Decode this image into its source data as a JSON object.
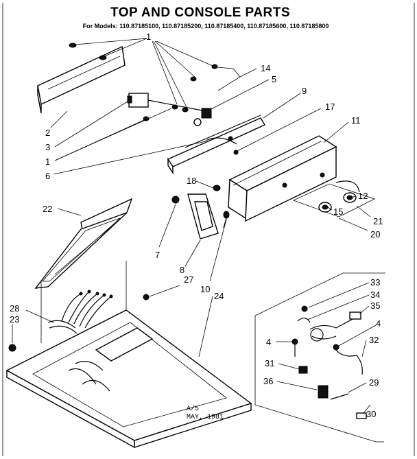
{
  "title": "TOP AND CONSOLE PARTS",
  "subtitle": "For Models: 110.87185100, 110.87185200, 110.87185400, 110.87185600, 110.87185800",
  "footer": {
    "line1": "A/5",
    "line2": "MAY, 1981"
  },
  "callouts": {
    "c1_top": "1",
    "c14": "14",
    "c5": "5",
    "c9": "9",
    "c17": "17",
    "c11": "11",
    "c2": "2",
    "c3": "3",
    "c1_left": "1",
    "c6": "6",
    "c18": "18",
    "c12": "12",
    "c15": "15",
    "c21": "21",
    "c20": "20",
    "c22": "22",
    "c7": "7",
    "c8": "8",
    "c10": "10",
    "c27": "27",
    "c24": "24",
    "c28": "28",
    "c23": "23",
    "c33": "33",
    "c34": "34",
    "c35": "35",
    "c4_right": "4",
    "c4_left": "4",
    "c32": "32",
    "c31": "31",
    "c36": "36",
    "c29": "29",
    "c30": "30"
  }
}
